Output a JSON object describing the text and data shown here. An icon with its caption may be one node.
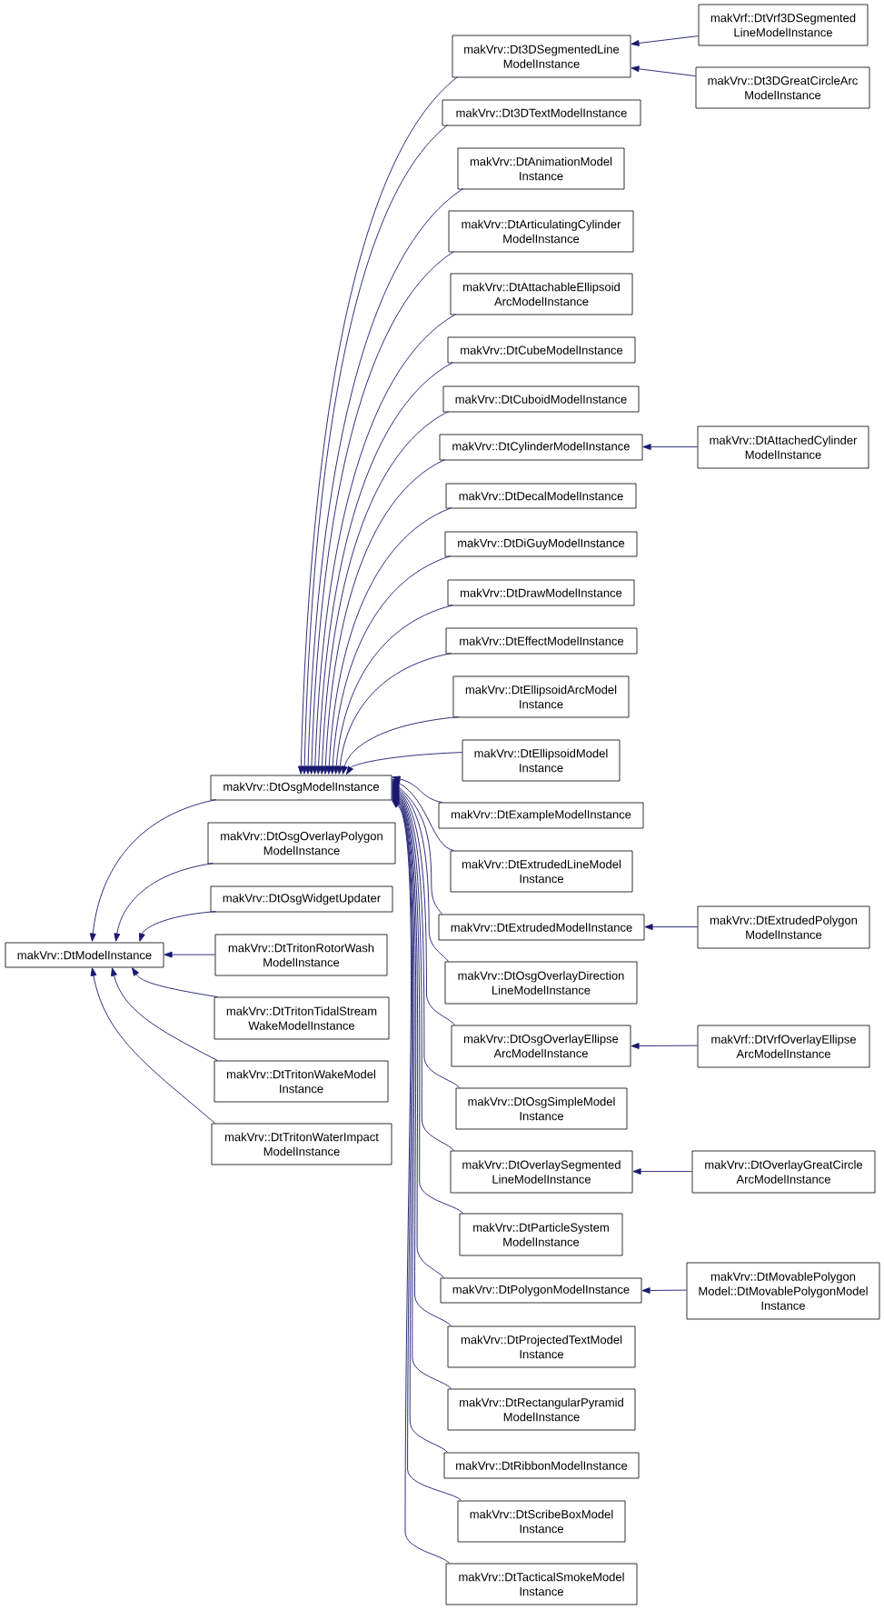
{
  "diagram": {
    "nodes": [
      {
        "text": [
          "makVrv::DtModelInstance"
        ]
      },
      {
        "text": [
          "makVrv::DtOsgModelInstance"
        ]
      },
      {
        "text": [
          "makVrv::DtOsgOverlayPolygon ModelInstance"
        ]
      },
      {
        "text": [
          "makVrv::DtOsgWidgetUpdater"
        ]
      },
      {
        "text": [
          "makVrv::DtTritonRotorWash ModelInstance"
        ]
      },
      {
        "text": [
          "makVrv::DtTritonTidalStream WakeModelInstance"
        ]
      },
      {
        "text": [
          "makVrv::DtTritonWakeModel Instance"
        ]
      },
      {
        "text": [
          "makVrv::DtTritonWaterImpact ModelInstance"
        ]
      },
      {
        "text": [
          "makVrv::Dt3DSegmentedLine ModelInstance"
        ]
      },
      {
        "text": [
          "makVrv::Dt3DTextModelInstance"
        ]
      },
      {
        "text": [
          "makVrv::DtAnimationModel Instance"
        ]
      },
      {
        "text": [
          "makVrv::DtArticulatingCylinder ModelInstance"
        ]
      },
      {
        "text": [
          "makVrv::DtAttachableEllipsoid ArcModelInstance"
        ]
      },
      {
        "text": [
          "makVrv::DtCubeModelInstance"
        ]
      },
      {
        "text": [
          "makVrv::DtCuboidModelInstance"
        ]
      },
      {
        "text": [
          "makVrv::DtCylinderModelInstance"
        ]
      },
      {
        "text": [
          "makVrv::DtDecalModelInstance"
        ]
      },
      {
        "text": [
          "makVrv::DtDiGuyModelInstance"
        ]
      },
      {
        "text": [
          "makVrv::DtDrawModelInstance"
        ]
      },
      {
        "text": [
          "makVrv::DtEffectModelInstance"
        ]
      },
      {
        "text": [
          "makVrv::DtEllipsoidArcModel Instance"
        ]
      },
      {
        "text": [
          "makVrv::DtEllipsoidModel Instance"
        ]
      },
      {
        "text": [
          "makVrv::DtExampleModelInstance"
        ]
      },
      {
        "text": [
          "makVrv::DtExtrudedLineModel Instance"
        ]
      },
      {
        "text": [
          "makVrv::DtExtrudedModelInstance"
        ]
      },
      {
        "text": [
          "makVrv::DtOsgOverlayDirection LineModelInstance"
        ]
      },
      {
        "text": [
          "makVrv::DtOsgOverlayEllipse ArcModelInstance"
        ]
      },
      {
        "text": [
          "makVrv::DtOsgSimpleModel Instance"
        ]
      },
      {
        "text": [
          "makVrv::DtOverlaySegmented LineModelInstance"
        ]
      },
      {
        "text": [
          "makVrv::DtParticleSystem ModelInstance"
        ]
      },
      {
        "text": [
          "makVrv::DtPolygonModelInstance"
        ]
      },
      {
        "text": [
          "makVrv::DtProjectedTextModel Instance"
        ]
      },
      {
        "text": [
          "makVrv::DtRectangularPyramid ModelInstance"
        ]
      },
      {
        "text": [
          "makVrv::DtRibbonModelInstance"
        ]
      },
      {
        "text": [
          "makVrv::DtScribeBoxModel Instance"
        ]
      },
      {
        "text": [
          "makVrv::DtTacticalSmokeModel Instance"
        ]
      },
      {
        "text": [
          "makVrf::DtVrf3DSegmented LineModelInstance"
        ]
      },
      {
        "text": [
          "makVrv::Dt3DGreatCircleArc ModelInstance"
        ]
      },
      {
        "text": [
          "makVrv::DtAttachedCylinder ModelInstance"
        ]
      },
      {
        "text": [
          "makVrv::DtExtrudedPolygon ModelInstance"
        ]
      },
      {
        "text": [
          "makVrf::DtVrfOverlayEllipse ArcModelInstance"
        ]
      },
      {
        "text": [
          "makVrv::DtOverlayGreatCircle ArcModelInstance"
        ]
      },
      {
        "text": [
          "makVrv::DtMovablePolygon Model::DtMovablePolygonModel Instance"
        ]
      }
    ],
    "edges": [
      {
        "from": 1,
        "to": 0,
        "arrow": "to"
      },
      {
        "from": 2,
        "to": 0,
        "arrow": "to"
      },
      {
        "from": 3,
        "to": 0,
        "arrow": "to"
      },
      {
        "from": 4,
        "to": 0,
        "arrow": "to"
      },
      {
        "from": 5,
        "to": 0,
        "arrow": "to"
      },
      {
        "from": 6,
        "to": 0,
        "arrow": "to"
      },
      {
        "from": 7,
        "to": 0,
        "arrow": "to"
      },
      {
        "from": 8,
        "to": 1,
        "arrow": "to"
      },
      {
        "from": 9,
        "to": 1,
        "arrow": "to"
      },
      {
        "from": 10,
        "to": 1,
        "arrow": "to"
      },
      {
        "from": 11,
        "to": 1,
        "arrow": "to"
      },
      {
        "from": 12,
        "to": 1,
        "arrow": "to"
      },
      {
        "from": 13,
        "to": 1,
        "arrow": "to"
      },
      {
        "from": 14,
        "to": 1,
        "arrow": "to"
      },
      {
        "from": 15,
        "to": 1,
        "arrow": "to"
      },
      {
        "from": 16,
        "to": 1,
        "arrow": "to"
      },
      {
        "from": 17,
        "to": 1,
        "arrow": "to"
      },
      {
        "from": 18,
        "to": 1,
        "arrow": "to"
      },
      {
        "from": 19,
        "to": 1,
        "arrow": "to"
      },
      {
        "from": 20,
        "to": 1,
        "arrow": "to"
      },
      {
        "from": 21,
        "to": 1,
        "arrow": "to"
      },
      {
        "from": 22,
        "to": 1,
        "arrow": "to"
      },
      {
        "from": 23,
        "to": 1,
        "arrow": "to"
      },
      {
        "from": 24,
        "to": 1,
        "arrow": "to"
      },
      {
        "from": 25,
        "to": 1,
        "arrow": "to"
      },
      {
        "from": 26,
        "to": 1,
        "arrow": "to"
      },
      {
        "from": 27,
        "to": 1,
        "arrow": "to"
      },
      {
        "from": 28,
        "to": 1,
        "arrow": "to"
      },
      {
        "from": 29,
        "to": 1,
        "arrow": "to"
      },
      {
        "from": 30,
        "to": 1,
        "arrow": "to"
      },
      {
        "from": 31,
        "to": 1,
        "arrow": "to"
      },
      {
        "from": 32,
        "to": 1,
        "arrow": "to"
      },
      {
        "from": 33,
        "to": 1,
        "arrow": "to"
      },
      {
        "from": 34,
        "to": 1,
        "arrow": "to"
      },
      {
        "from": 35,
        "to": 1,
        "arrow": "to"
      },
      {
        "from": 36,
        "to": 8,
        "arrow": "to"
      },
      {
        "from": 37,
        "to": 8,
        "arrow": "to"
      },
      {
        "from": 38,
        "to": 15,
        "arrow": "to"
      },
      {
        "from": 39,
        "to": 24,
        "arrow": "to"
      },
      {
        "from": 40,
        "to": 26,
        "arrow": "to"
      },
      {
        "from": 41,
        "to": 28,
        "arrow": "to"
      },
      {
        "from": 42,
        "to": 30,
        "arrow": "to"
      }
    ]
  }
}
